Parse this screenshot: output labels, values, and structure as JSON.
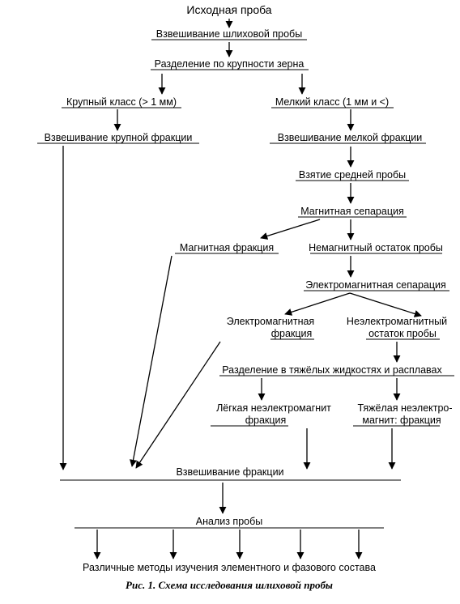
{
  "diagram": {
    "title": "Исходная проба",
    "nodes": {
      "weigh_sample": "Взвешивание шлиховой пробы",
      "grain_size_separation": "Разделение по крупности зерна",
      "coarse_class": "Крупный класс (> 1 мм)",
      "fine_class": "Мелкий класс (1 мм и <)",
      "weigh_coarse": "Взвешивание крупной фракции",
      "weigh_fine": "Взвешивание мелкой фракции",
      "average_sample": "Взятие средней пробы",
      "magnetic_separation": "Магнитная сепарация",
      "magnetic_fraction": "Магнитная фракция",
      "nonmagnetic_residue": "Немагнитный остаток пробы",
      "electromagnetic_separation": "Электромагнитная сепарация",
      "em_fraction_line1": "Электромагнитная",
      "em_fraction_line2": "фракция",
      "nonem_residue_line1": "Неэлектромагнитный",
      "nonem_residue_line2": "остаток пробы",
      "heavy_liquids": "Разделение в тяжёлых жидкостях и расплавах",
      "light_fraction_line1": "Лёгкая неэлектромагнит",
      "light_fraction_line2": "фракция",
      "heavy_fraction_line1": "Тяжёлая неэлектро-",
      "heavy_fraction_line2": "магнит: фракция",
      "weigh_fraction": "Взвешивание фракции",
      "analysis": "Анализ пробы",
      "methods": "Различные методы изучения элементного и фазового состава"
    },
    "caption": "Рис. 1. Схема исследования шлиховой пробы"
  }
}
